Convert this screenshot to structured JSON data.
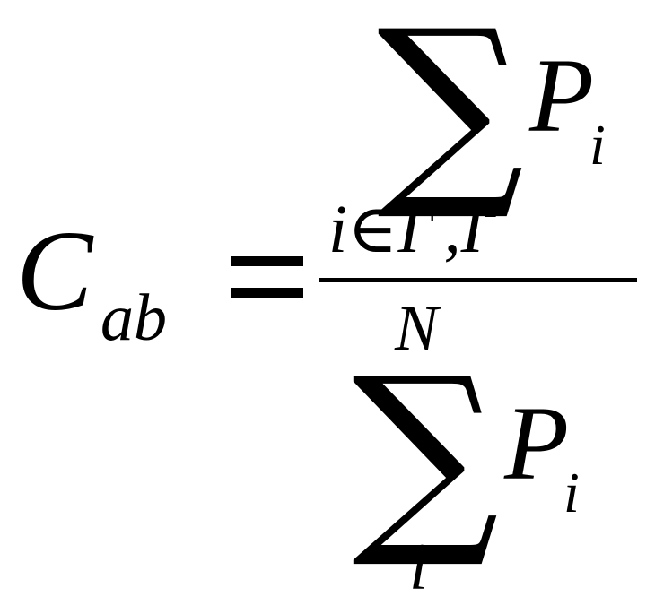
{
  "formula": {
    "lhs": {
      "symbol": "C",
      "subscript": "ab"
    },
    "relation": "=",
    "numerator": {
      "operator": "∑",
      "term": "P",
      "term_subscript": "i",
      "lower_limit_main": "i∈I",
      "lower_limit_sup1": "+",
      "lower_limit_sep": ",I",
      "lower_limit_sup2": "-",
      "upper_limit": "N"
    },
    "denominator": {
      "operator": "∑",
      "term": "P",
      "term_subscript": "i",
      "lower_limit": "i"
    }
  }
}
